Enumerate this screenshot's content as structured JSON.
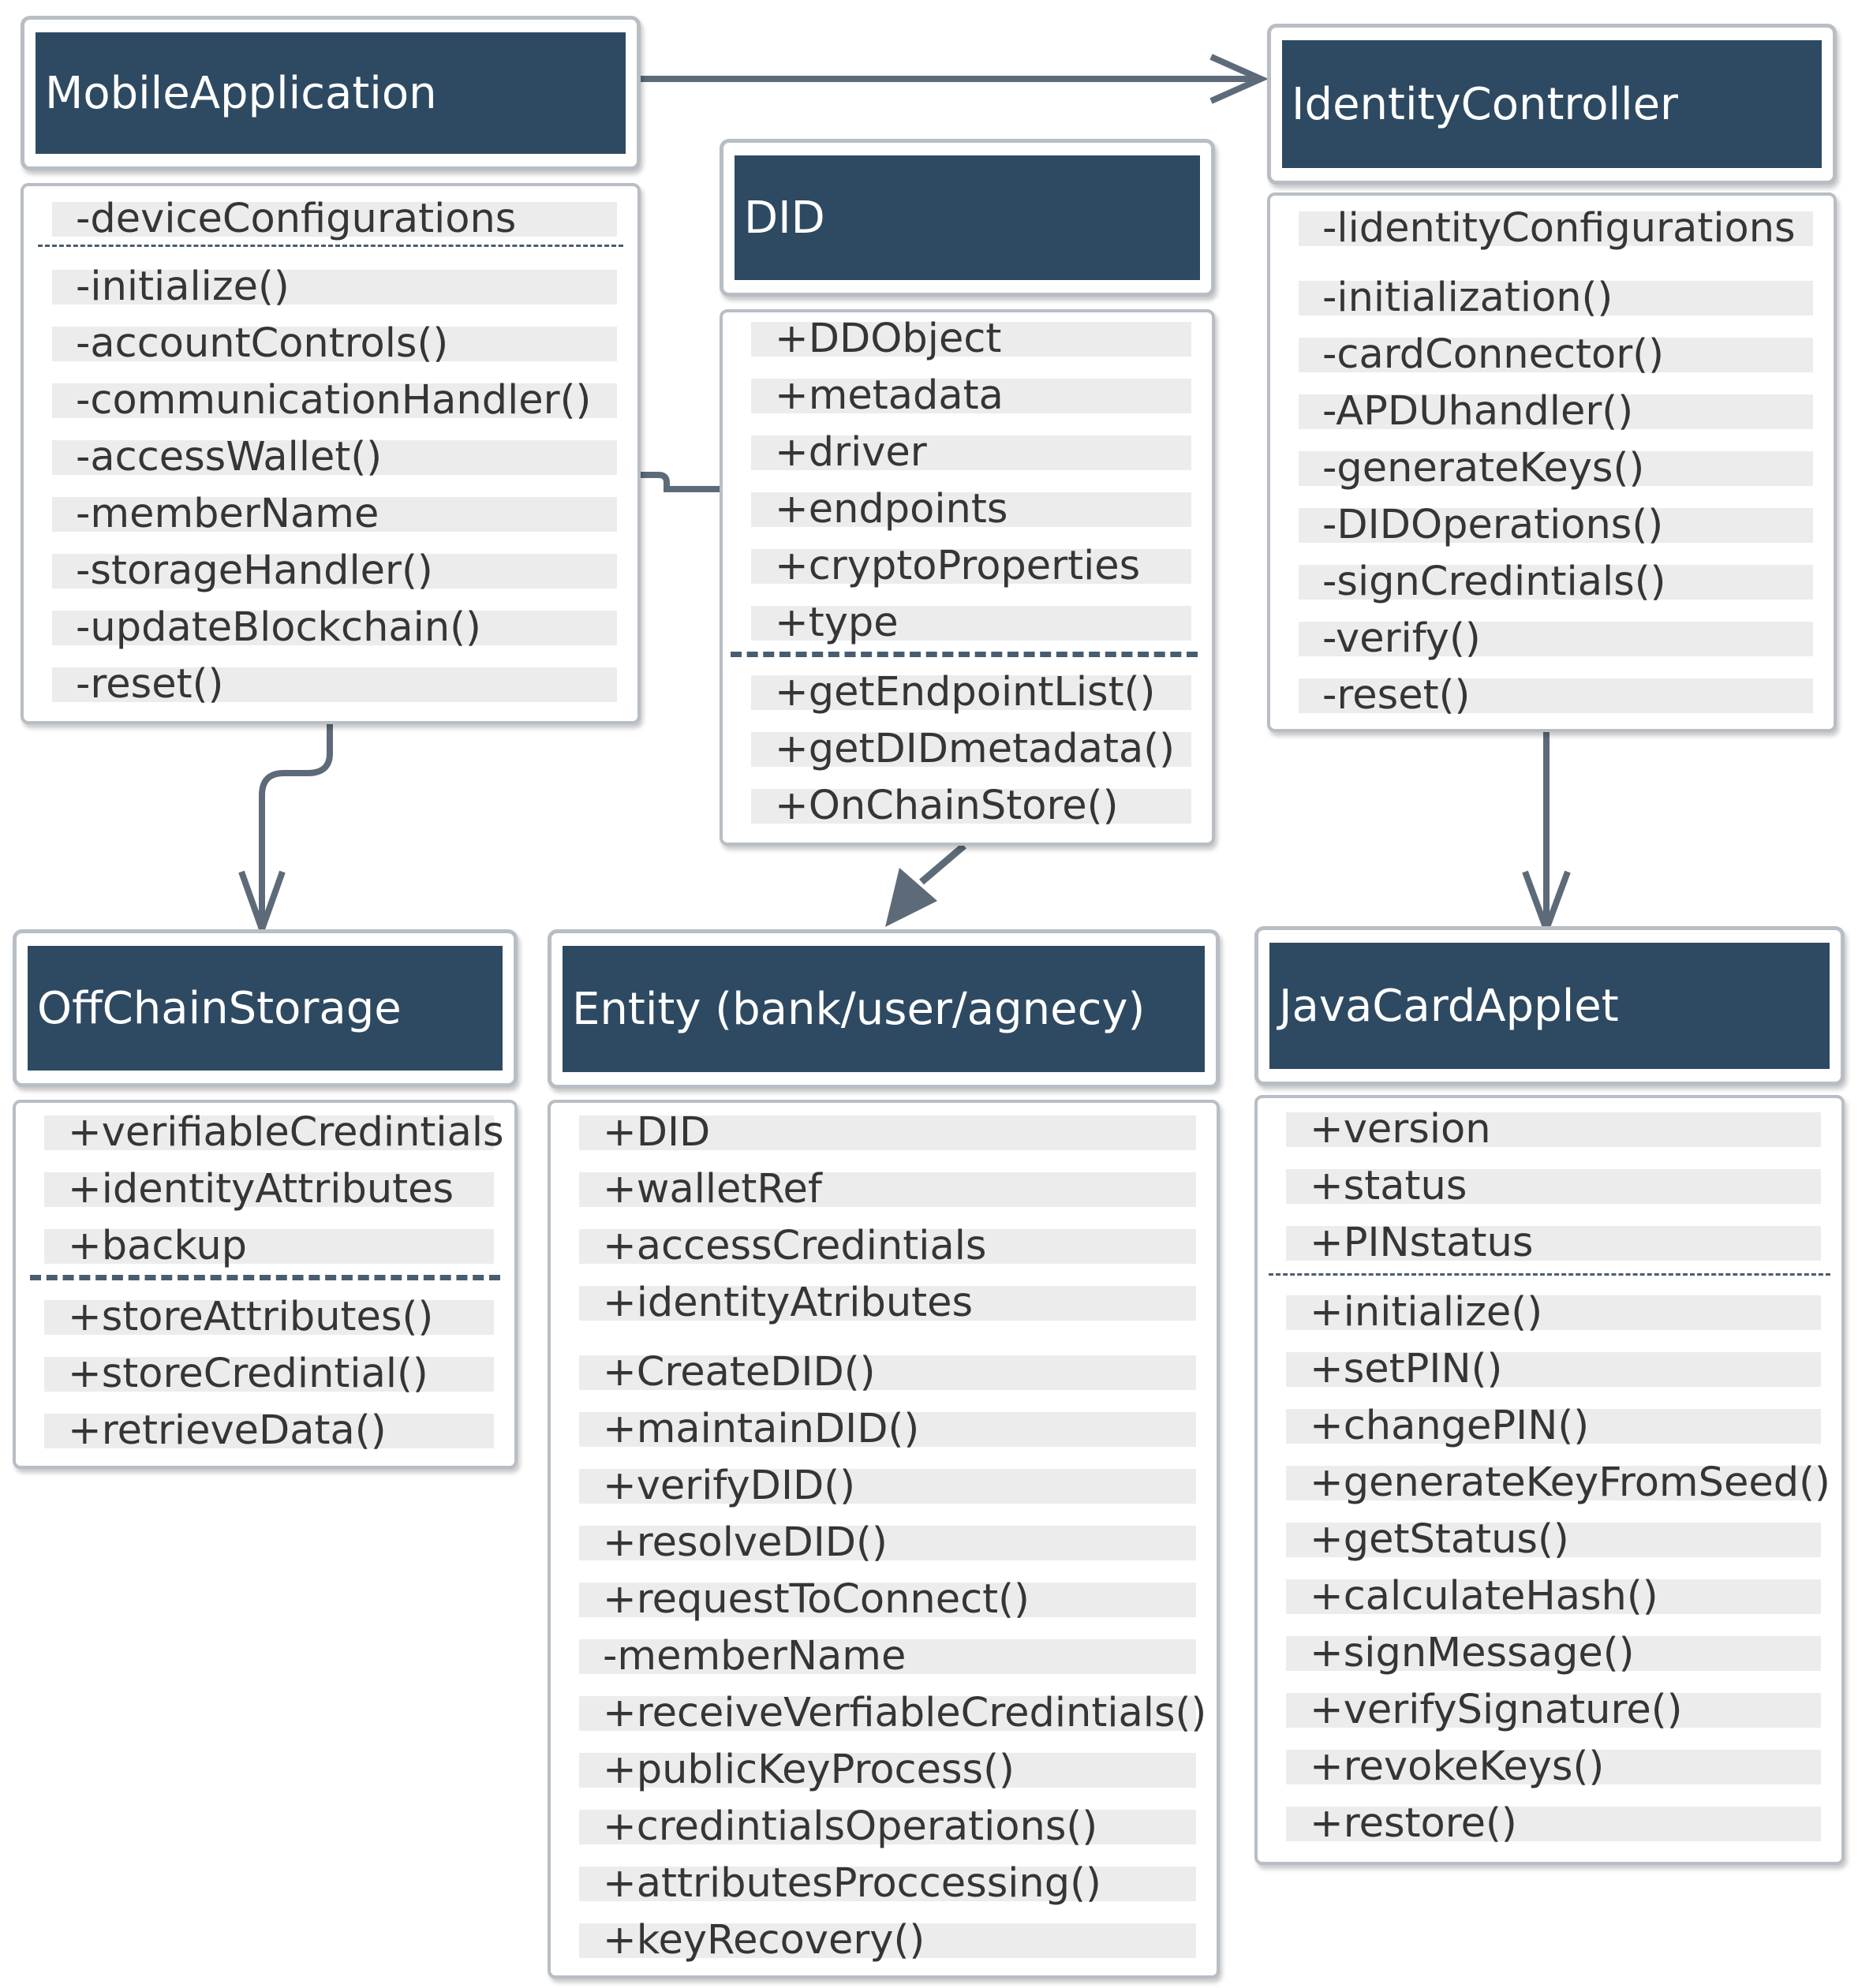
{
  "classes": {
    "mobile": {
      "name": "MobileApplication",
      "attributes": [
        "-deviceConfigurations"
      ],
      "methods": [
        "-initialize()",
        "-accountControls()",
        "-communicationHandler()",
        "-accessWallet()",
        "-memberName",
        "-storageHandler()",
        "-updateBlockchain()",
        "-reset()"
      ]
    },
    "did": {
      "name": "DID",
      "attributes": [
        "+DDObject",
        "+metadata",
        "+driver",
        "+endpoints",
        "+cryptoProperties",
        "+type"
      ],
      "methods": [
        "+getEndpointList()",
        "+getDIDmetadata()",
        "+OnChainStore()"
      ]
    },
    "identity": {
      "name": "IdentityController",
      "attributes": [
        "-lidentityConfigurations"
      ],
      "methods": [
        "-initialization()",
        "-cardConnector()",
        "-APDUhandler()",
        "-generateKeys()",
        "-DIDOperations()",
        "-signCredintials()",
        "-verify()",
        "-reset()"
      ]
    },
    "offchain": {
      "name": "OffChainStorage",
      "attributes": [
        "+verifiableCredintials",
        "+identityAttributes",
        "+backup"
      ],
      "methods": [
        "+storeAttributes()",
        "+storeCredintial()",
        "+retrieveData()"
      ]
    },
    "entity": {
      "name": "Entity (bank/user/agnecy)",
      "attributes": [
        "+DID",
        "+walletRef",
        "+accessCredintials",
        "+identityAtributes"
      ],
      "methods": [
        "+CreateDID()",
        "+maintainDID()",
        "+verifyDID()",
        "+resolveDID()",
        "+requestToConnect()",
        "-memberName",
        "+receiveVerfiableCredintials()",
        "+publicKeyProcess()",
        "+credintialsOperations()",
        "+attributesProccessing()",
        "+keyRecovery()"
      ]
    },
    "javacard": {
      "name": "JavaCardApplet",
      "attributes": [
        "+version",
        "+status",
        "+PINstatus"
      ],
      "methods": [
        "+initialize()",
        "+setPIN()",
        "+changePIN()",
        "+generateKeyFromSeed()",
        "+getStatus()",
        "+calculateHash()",
        "+signMessage()",
        "+verifySignature()",
        "+revokeKeys()",
        "+restore()"
      ]
    }
  },
  "colors": {
    "header_fill": "#2e4a62",
    "header_text": "#ffffff",
    "row_fill": "#ececec",
    "connector": "#5d6b79"
  }
}
